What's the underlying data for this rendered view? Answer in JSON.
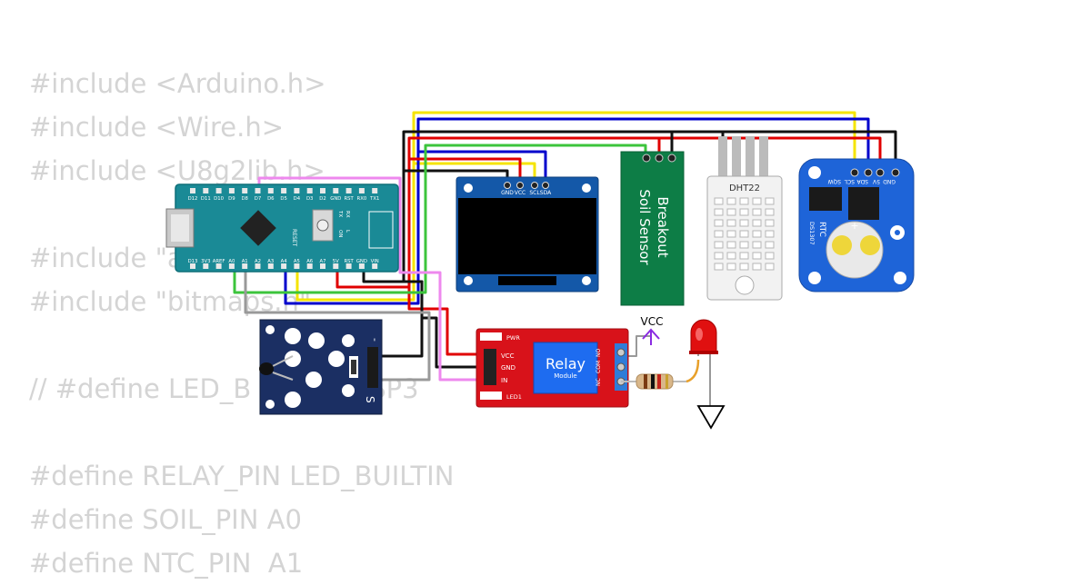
{
  "code_lines": [
    "#include <Arduino.h>",
    "#include <Wire.h>",
    "#include <U8g2lib.h>",
    "",
    "#include \"a",
    "#include \"bitmaps.h\"",
    "",
    "// #define LED_B         // ESP3",
    "",
    "#define RELAY_PIN LED_BUILTIN",
    "#define SOIL_PIN A0",
    "#define NTC_PIN  A1"
  ],
  "arduino": {
    "top_pins": [
      "D12",
      "D11",
      "D10",
      "D9",
      "D8",
      "D7",
      "D6",
      "D5",
      "D4",
      "D3",
      "D2",
      "GND",
      "RST",
      "RX0",
      "TX1"
    ],
    "bottom_pins": [
      "D13",
      "3V3",
      "AREF",
      "A0",
      "A1",
      "A2",
      "A3",
      "A4",
      "A5",
      "A6",
      "A7",
      "5V",
      "RST",
      "GND",
      "VIN"
    ],
    "reset_label": "RESET",
    "led_labels": [
      "TX",
      "RX",
      "ON",
      "L"
    ]
  },
  "oled": {
    "pins": [
      "GND",
      "VCC",
      "SCL",
      "SDA"
    ]
  },
  "soil": {
    "line1": "Soil Sensor",
    "line2": "Breakout"
  },
  "dht": {
    "label": "DHT22"
  },
  "rtc": {
    "pins": [
      "SQW",
      "SCL",
      "SDA",
      "5V",
      "GND"
    ],
    "label1": "RTC",
    "label2": "DS1307",
    "plus": "+"
  },
  "ntc": {
    "minus": "-",
    "s": "S"
  },
  "relay": {
    "title": "Relay",
    "subtitle": "Module",
    "pwr": "PWR",
    "led1": "LED1",
    "pins": [
      "VCC",
      "GND",
      "IN"
    ],
    "right_pins": [
      "NC",
      "COM",
      "NO"
    ]
  },
  "vcc_label": "VCC",
  "colors": {
    "wire_black": "#111111",
    "wire_red": "#e00000",
    "wire_blue": "#0000cc",
    "wire_yellow": "#f5e400",
    "wire_green": "#3cc43c",
    "wire_gray": "#999999",
    "wire_pink": "#ee88ee",
    "nano_board": "#1a8a96",
    "relay_board": "#d8121a",
    "rtc_board": "#1e64d8",
    "soil_board": "#0d7d46"
  }
}
